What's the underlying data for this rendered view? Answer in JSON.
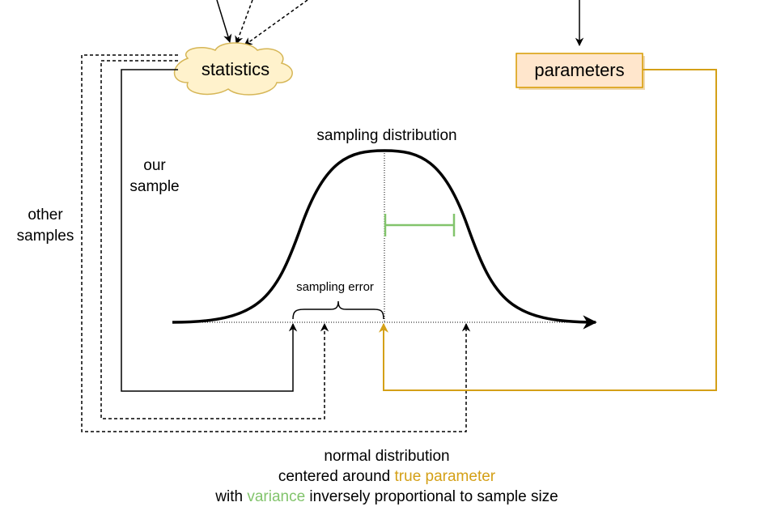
{
  "nodes": {
    "statistics": {
      "label": "statistics",
      "fill": "#fff2cc",
      "stroke": "#d6b656"
    },
    "parameters": {
      "label": "parameters",
      "fill": "#ffe6cc",
      "stroke": "#d79b00"
    }
  },
  "labels": {
    "sampling_distribution": "sampling distribution",
    "our_sample": [
      "our",
      "sample"
    ],
    "other_samples": [
      "other",
      "samples"
    ],
    "sampling_error": "sampling error"
  },
  "caption": {
    "line1": "normal distribution",
    "line2_prefix": "centered around ",
    "line2_highlight": "true parameter",
    "line3_prefix": "with ",
    "line3_highlight": "variance",
    "line3_suffix": " inversely proportional to sample size"
  },
  "colors": {
    "parameter_arrow": "#d4a017",
    "variance_bar": "#82c46c",
    "true_parameter_text": "#d4a017",
    "variance_text": "#82c46c"
  }
}
